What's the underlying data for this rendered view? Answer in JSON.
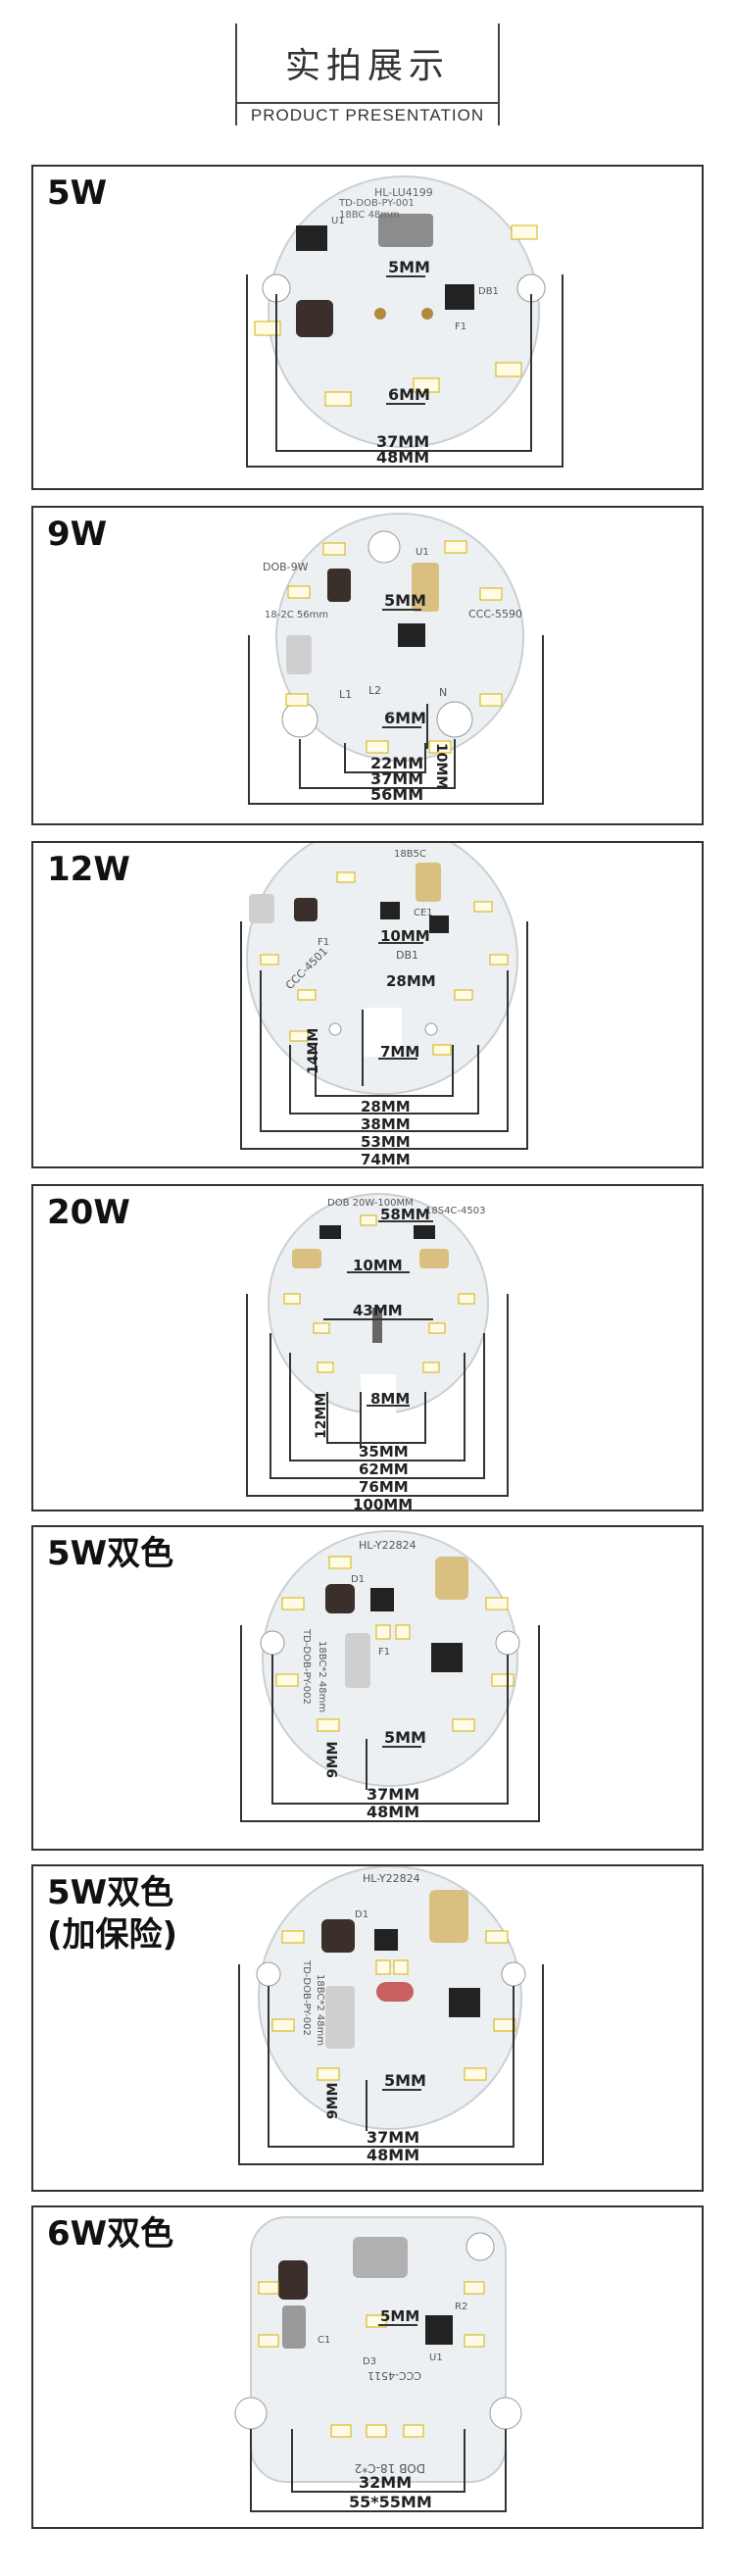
{
  "header": {
    "title_cn": "实拍展示",
    "subtitle_en": "PRODUCT PRESENTATION"
  },
  "panels": [
    {
      "title": "5W",
      "silk": [
        "HL-LU4199",
        "TD-DOB-PY-001",
        "18BC 48mm",
        "DB1",
        "F1",
        "U1"
      ],
      "dims": [
        "5MM",
        "6MM",
        "37MM",
        "48MM"
      ]
    },
    {
      "title": "9W",
      "silk": [
        "DOB-9W",
        "CCC-5590",
        "18-2C 56mm",
        "L1",
        "L2",
        "N",
        "U1"
      ],
      "dims": [
        "5MM",
        "6MM",
        "10MM",
        "22MM",
        "37MM",
        "56MM"
      ]
    },
    {
      "title": "12W",
      "silk": [
        "CCC-4501",
        "DB1",
        "CE1",
        "F1",
        "18B5C"
      ],
      "dims": [
        "10MM",
        "28MM",
        "7MM",
        "14MM",
        "28MM",
        "38MM",
        "53MM",
        "74MM"
      ]
    },
    {
      "title": "20W",
      "silk": [
        "DOB 20W-100MM",
        "18S4C-4503"
      ],
      "dims": [
        "58MM",
        "10MM",
        "43MM",
        "8MM",
        "12MM",
        "35MM",
        "62MM",
        "76MM",
        "100MM"
      ]
    },
    {
      "title": "5W双色",
      "silk": [
        "HL-Y22824",
        "TD-DOB-PY-002",
        "D1",
        "F1",
        "18BC*2 48mm"
      ],
      "dims": [
        "5MM",
        "9MM",
        "37MM",
        "48MM"
      ]
    },
    {
      "title": "5W双色",
      "title2": "(加保险)",
      "silk": [
        "HL-Y22824",
        "TD-DOB-PY-002",
        "D1",
        "18BC*2 48mm"
      ],
      "dims": [
        "5MM",
        "9MM",
        "37MM",
        "48MM"
      ]
    },
    {
      "title": "6W双色",
      "silk": [
        "DOB 18-C*2",
        "CCC-4511",
        "C1",
        "R2",
        "U1",
        "D3"
      ],
      "dims": [
        "5MM",
        "32MM",
        "55*55MM"
      ]
    }
  ]
}
